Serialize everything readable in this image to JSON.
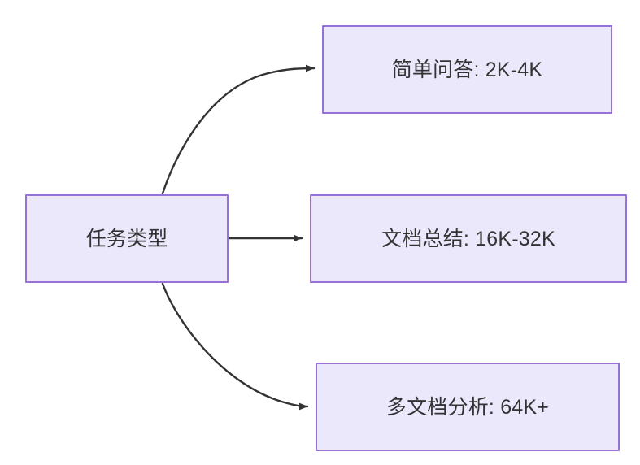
{
  "diagram": {
    "title": "任务类型",
    "type": "flowchart",
    "direction": "left-to-right",
    "background_color": "#ffffff",
    "node_fill_color": "#ebe8fc",
    "node_border_color": "#9572d3",
    "node_text_color": "#333333",
    "edge_color": "#333333",
    "nodes": [
      {
        "id": "root",
        "label": "任务类型",
        "role": "root"
      },
      {
        "id": "qa",
        "label": "简单问答: 2K-4K",
        "role": "leaf"
      },
      {
        "id": "summary",
        "label": "文档总结: 16K-32K",
        "role": "leaf"
      },
      {
        "id": "multi",
        "label": "多文档分析: 64K+",
        "role": "leaf"
      }
    ],
    "edges": [
      {
        "id": "edge-root-qa",
        "from": "root",
        "to": "qa",
        "label": "",
        "style": "curved-arrow"
      },
      {
        "id": "edge-root-summary",
        "from": "root",
        "to": "summary",
        "label": "",
        "style": "straight-arrow"
      },
      {
        "id": "edge-root-multi",
        "from": "root",
        "to": "multi",
        "label": "",
        "style": "curved-arrow"
      }
    ]
  }
}
